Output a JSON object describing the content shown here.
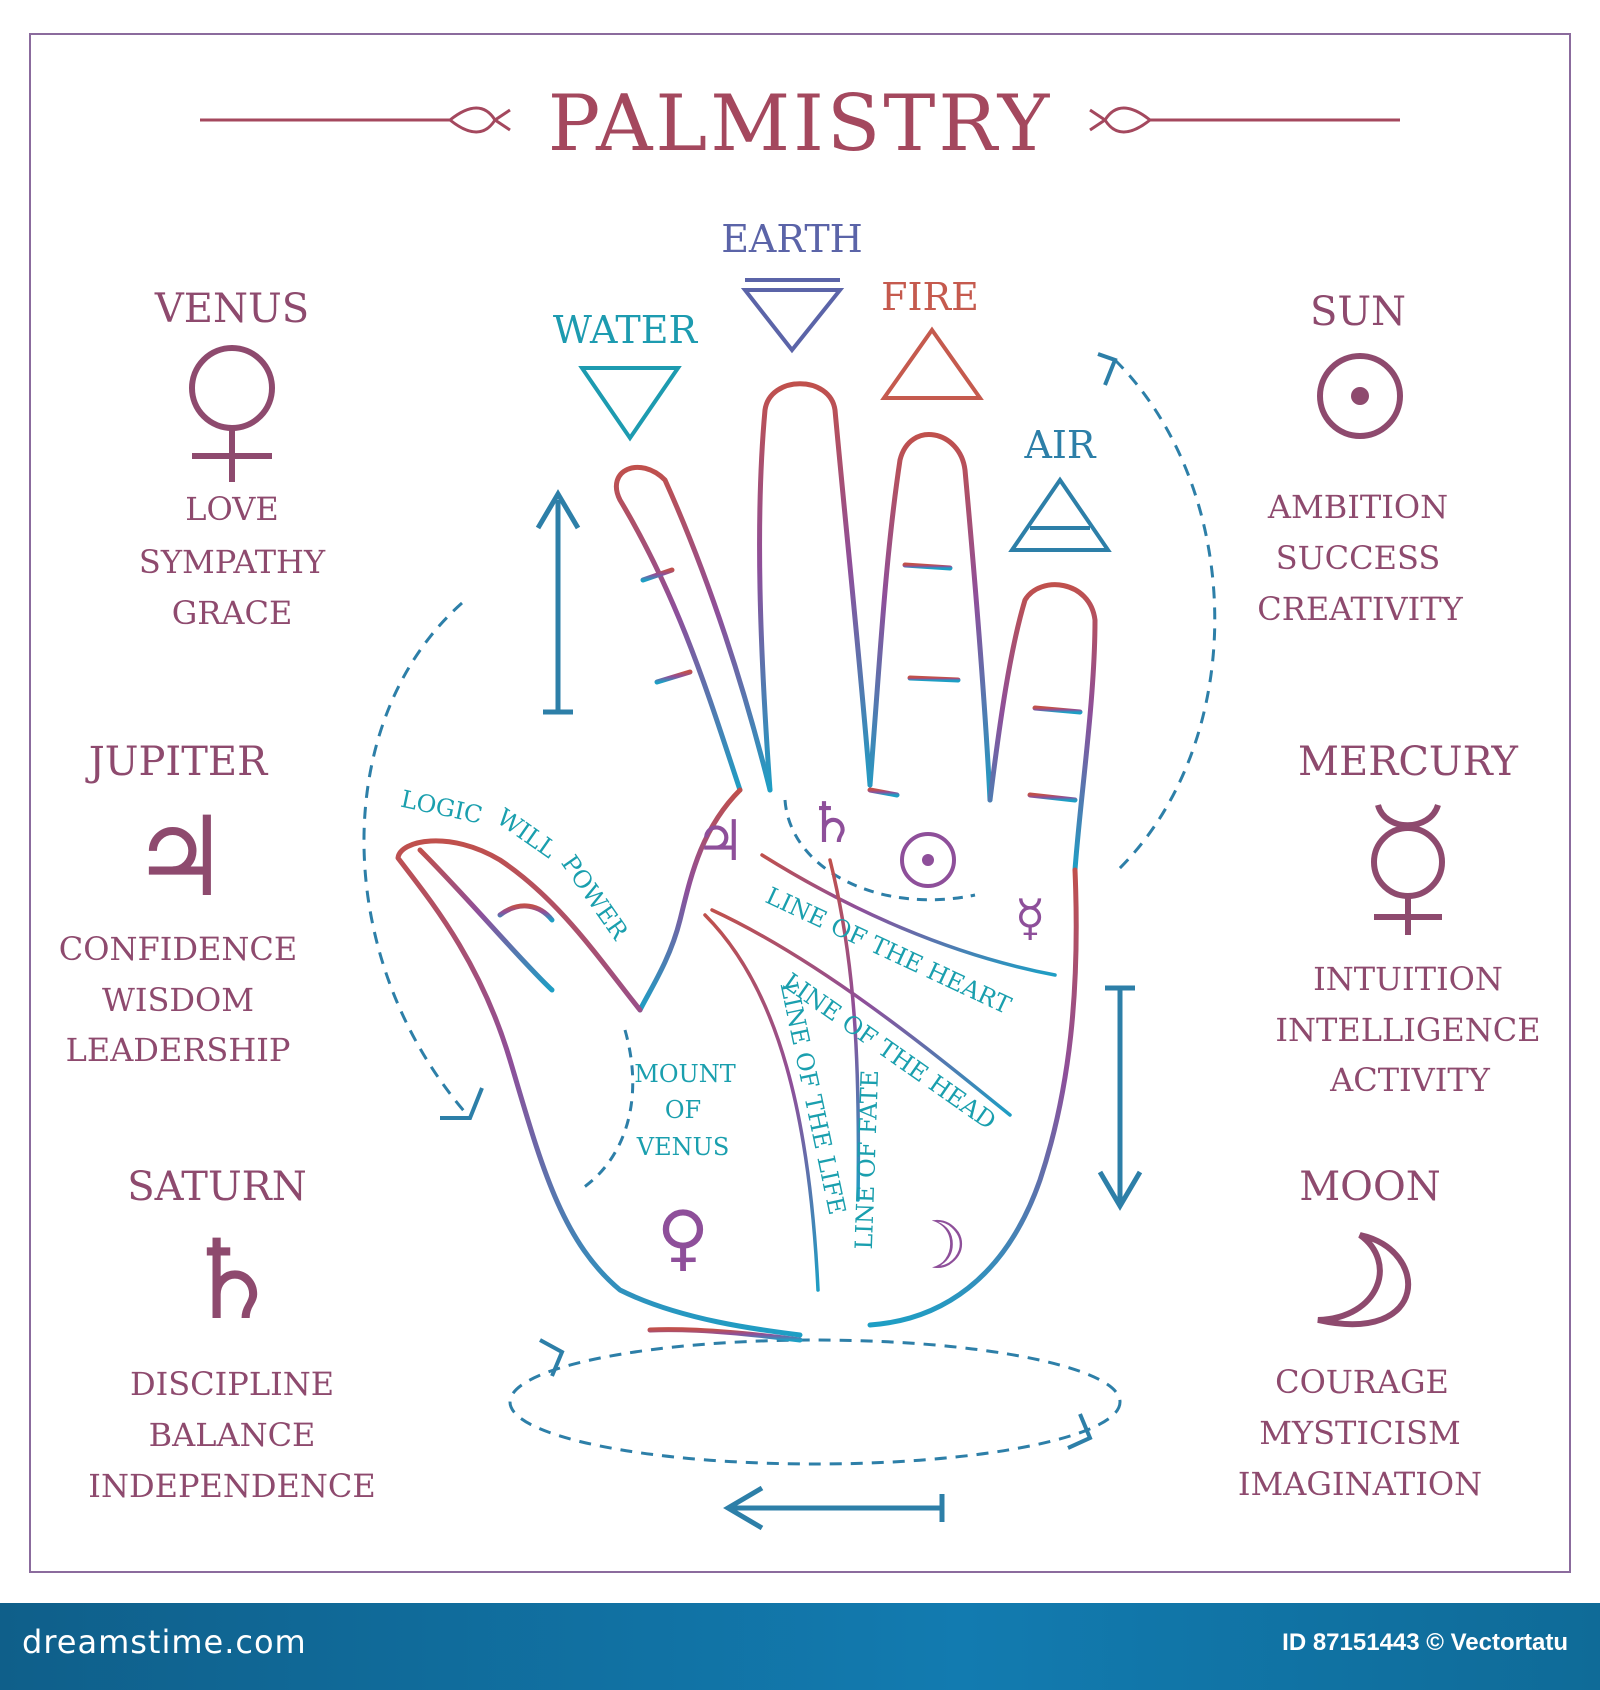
{
  "title": "PALMISTRY",
  "elements": {
    "earth": "EARTH",
    "fire": "FIRE",
    "water": "WATER",
    "air": "AIR"
  },
  "planets": {
    "venus": {
      "name": "VENUS",
      "symbol": "♀",
      "traits": [
        "LOVE",
        "SYMPATHY",
        "GRACE"
      ]
    },
    "jupiter": {
      "name": "JUPITER",
      "symbol": "♃",
      "traits": [
        "CONFIDENCE",
        "WISDOM",
        "LEADERSHIP"
      ]
    },
    "saturn": {
      "name": "SATURN",
      "symbol": "♄",
      "traits": [
        "DISCIPLINE",
        "BALANCE",
        "INDEPENDENCE"
      ]
    },
    "sun": {
      "name": "SUN",
      "symbol": "☉",
      "traits": [
        "AMBITION",
        "SUCCESS",
        "CREATIVITY"
      ]
    },
    "mercury": {
      "name": "MERCURY",
      "symbol": "☿",
      "traits": [
        "INTUITION",
        "INTELLIGENCE",
        "ACTIVITY"
      ]
    },
    "moon": {
      "name": "MOON",
      "symbol": "☽",
      "traits": [
        "COURAGE",
        "MYSTICISM",
        "IMAGINATION"
      ]
    }
  },
  "hand": {
    "thumb_labels": [
      "LOGIC",
      "WILL",
      "POWER"
    ],
    "mount_of_venus": [
      "MOUNT",
      "OF",
      "VENUS"
    ],
    "line_heart": "LINE OF THE HEART",
    "line_head": "LINE OF THE HEAD",
    "line_life": "LINE OF THE LIFE",
    "line_fate": "LINE OF FATE"
  },
  "footer": {
    "brand": "dreamstime.com",
    "credit": "ID 87151443 © Vectortatu"
  },
  "colors": {
    "planet_text": "#8e4a6e",
    "title": "#a4485e",
    "element_blue": "#2d7fa8",
    "water": "#1d9bb0",
    "earth": "#5b64a8",
    "fire": "#c55a4e",
    "line_teal": "#1a9fae",
    "frame": "#8b6b9d",
    "footer_bg": "#127bb0"
  }
}
